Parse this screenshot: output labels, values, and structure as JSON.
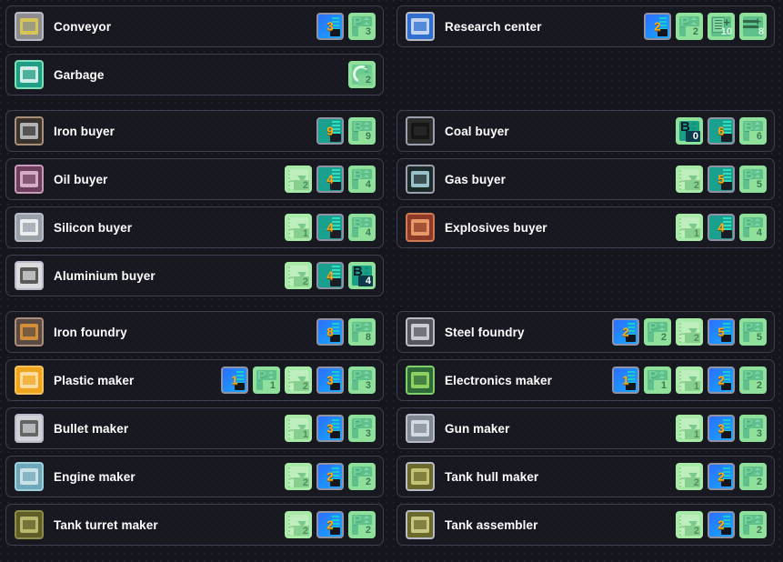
{
  "sections": [
    {
      "name": "logistics",
      "rows": [
        {
          "left": {
            "name": "conveyor",
            "label": "Conveyor",
            "icon": "conveyor-icon",
            "icon_colors": {
              "bg": "#8e8e8e",
              "fg": "#e8d44a",
              "frame": "#b9bcc6"
            },
            "badges": [
              {
                "type": "blue",
                "value": "3"
              },
              {
                "type": "green",
                "glyph": "P",
                "value": "3"
              }
            ]
          },
          "right": {
            "name": "research-center",
            "label": "Research center",
            "icon": "research-center-icon",
            "icon_colors": {
              "bg": "#2f6fd0",
              "fg": "#e9eef7",
              "frame": "#b9bcc6"
            },
            "badges": [
              {
                "type": "blue",
                "value": "2"
              },
              {
                "type": "green",
                "glyph": "P",
                "value": "2"
              },
              {
                "type": "doc",
                "value": "10"
              },
              {
                "type": "bars",
                "value": "8"
              }
            ]
          }
        },
        {
          "left": {
            "name": "garbage",
            "label": "Garbage",
            "icon": "garbage-recycle-icon",
            "icon_colors": {
              "bg": "#1f9e84",
              "fg": "#ffffff",
              "frame": "#7ee0b6"
            },
            "badges": [
              {
                "type": "recycle",
                "value": "2"
              }
            ]
          },
          "right": null
        }
      ]
    },
    {
      "name": "buyers",
      "rows": [
        {
          "left": {
            "name": "iron-buyer",
            "label": "Iron buyer",
            "icon": "iron-ore-icon",
            "icon_colors": {
              "bg": "#3a332f",
              "fg": "#cfd2d6",
              "frame": "#a98e7a"
            },
            "badges": [
              {
                "type": "teal",
                "value": "9"
              },
              {
                "type": "green",
                "glyph": "B",
                "value": "9"
              }
            ]
          },
          "right": {
            "name": "coal-buyer",
            "label": "Coal buyer",
            "icon": "coal-icon",
            "icon_colors": {
              "bg": "#2b2b2b",
              "fg": "#111111",
              "frame": "#9b9fae"
            },
            "badges": [
              {
                "type": "darkgreen",
                "glyph": "B",
                "value": "0"
              },
              {
                "type": "teal",
                "value": "6"
              },
              {
                "type": "green",
                "glyph": "B",
                "value": "6"
              }
            ]
          }
        },
        {
          "left": {
            "name": "oil-buyer",
            "label": "Oil buyer",
            "icon": "oil-barrel-icon",
            "icon_colors": {
              "bg": "#6e3f5c",
              "fg": "#f0c9e2",
              "frame": "#c69ab8"
            },
            "badges": [
              {
                "type": "flask",
                "value": "2"
              },
              {
                "type": "teal",
                "value": "4"
              },
              {
                "type": "green",
                "glyph": "B",
                "value": "4"
              }
            ]
          },
          "right": {
            "name": "gas-buyer",
            "label": "Gas buyer",
            "icon": "gas-flames-icon",
            "icon_colors": {
              "bg": "#1d2a2a",
              "fg": "#b8e7f2",
              "frame": "#9b9fae"
            },
            "badges": [
              {
                "type": "flask",
                "value": "2"
              },
              {
                "type": "teal",
                "value": "5"
              },
              {
                "type": "green",
                "glyph": "B",
                "value": "5"
              }
            ]
          }
        },
        {
          "left": {
            "name": "silicon-buyer",
            "label": "Silicon buyer",
            "icon": "silicon-crystal-icon",
            "icon_colors": {
              "bg": "#9aa0a8",
              "fg": "#ffffff",
              "frame": "#b9bcc6"
            },
            "badges": [
              {
                "type": "flask",
                "value": "1"
              },
              {
                "type": "teal",
                "value": "4"
              },
              {
                "type": "green",
                "glyph": "B",
                "value": "4"
              }
            ]
          },
          "right": {
            "name": "explosives-buyer",
            "label": "Explosives buyer",
            "icon": "explosives-icon",
            "icon_colors": {
              "bg": "#8d3b28",
              "fg": "#ffb27a",
              "frame": "#cf7a52"
            },
            "badges": [
              {
                "type": "flask",
                "value": "1"
              },
              {
                "type": "teal",
                "value": "4"
              },
              {
                "type": "green",
                "glyph": "B",
                "value": "4"
              }
            ]
          }
        },
        {
          "left": {
            "name": "aluminium-buyer",
            "label": "Aluminium buyer",
            "icon": "aluminium-ingots-icon",
            "icon_colors": {
              "bg": "#dcdcdc",
              "fg": "#3b3b3b",
              "frame": "#b9bcc6"
            },
            "badges": [
              {
                "type": "flask",
                "value": "2"
              },
              {
                "type": "teal",
                "value": "4"
              },
              {
                "type": "darkgreen",
                "glyph": "B",
                "value": "4"
              }
            ]
          },
          "right": null
        }
      ]
    },
    {
      "name": "production",
      "rows": [
        {
          "left": {
            "name": "iron-foundry",
            "label": "Iron foundry",
            "icon": "iron-foundry-icon",
            "icon_colors": {
              "bg": "#5b4a42",
              "fg": "#f0a03a",
              "frame": "#a98e7a"
            },
            "badges": [
              {
                "type": "blue",
                "value": "8"
              },
              {
                "type": "green",
                "glyph": "P",
                "value": "8"
              }
            ]
          },
          "right": {
            "name": "steel-foundry",
            "label": "Steel foundry",
            "icon": "steel-foundry-icon",
            "icon_colors": {
              "bg": "#54585e",
              "fg": "#e6eaf0",
              "frame": "#b9bcc6"
            },
            "badges": [
              {
                "type": "blue",
                "value": "2"
              },
              {
                "type": "green",
                "glyph": "P",
                "value": "2"
              },
              {
                "type": "flask",
                "value": "2"
              },
              {
                "type": "blue",
                "value": "5"
              },
              {
                "type": "green",
                "glyph": "P",
                "value": "5"
              }
            ]
          }
        },
        {
          "left": {
            "name": "plastic-maker",
            "label": "Plastic maker",
            "icon": "plastic-maker-icon",
            "icon_colors": {
              "bg": "#f0a51e",
              "fg": "#ffe9c0",
              "frame": "#f7c35c"
            },
            "badges": [
              {
                "type": "blue",
                "value": "1"
              },
              {
                "type": "green",
                "glyph": "P",
                "value": "1"
              },
              {
                "type": "flask",
                "value": "2"
              },
              {
                "type": "blue",
                "value": "3"
              },
              {
                "type": "green",
                "glyph": "P",
                "value": "3"
              }
            ]
          },
          "right": {
            "name": "electronics-maker",
            "label": "Electronics maker",
            "icon": "electronics-maker-icon",
            "icon_colors": {
              "bg": "#2f6b3a",
              "fg": "#a8e86a",
              "frame": "#7fd06a"
            },
            "badges": [
              {
                "type": "blue",
                "value": "1"
              },
              {
                "type": "green",
                "glyph": "P",
                "value": "1"
              },
              {
                "type": "flask",
                "value": "1"
              },
              {
                "type": "blue",
                "value": "2"
              },
              {
                "type": "green",
                "glyph": "P",
                "value": "2"
              }
            ]
          }
        },
        {
          "left": {
            "name": "bullet-maker",
            "label": "Bullet maker",
            "icon": "bullet-maker-icon",
            "icon_colors": {
              "bg": "#cfd2d6",
              "fg": "#4a4a4a",
              "frame": "#b9bcc6"
            },
            "badges": [
              {
                "type": "flask",
                "value": "1"
              },
              {
                "type": "blue",
                "value": "3"
              },
              {
                "type": "green",
                "glyph": "P",
                "value": "3"
              }
            ]
          },
          "right": {
            "name": "gun-maker",
            "label": "Gun maker",
            "icon": "gun-maker-icon",
            "icon_colors": {
              "bg": "#7f8893",
              "fg": "#e8edf3",
              "frame": "#b9bcc6"
            },
            "badges": [
              {
                "type": "flask",
                "value": "1"
              },
              {
                "type": "blue",
                "value": "3"
              },
              {
                "type": "green",
                "glyph": "P",
                "value": "3"
              }
            ]
          }
        },
        {
          "left": {
            "name": "engine-maker",
            "label": "Engine maker",
            "icon": "engine-maker-icon",
            "icon_colors": {
              "bg": "#6fa8b8",
              "fg": "#e4eef2",
              "frame": "#9fd0dc"
            },
            "badges": [
              {
                "type": "flask",
                "value": "2"
              },
              {
                "type": "blue",
                "value": "2"
              },
              {
                "type": "green",
                "glyph": "P",
                "value": "2"
              }
            ]
          },
          "right": {
            "name": "tank-hull-maker",
            "label": "Tank hull maker",
            "icon": "tank-hull-icon",
            "icon_colors": {
              "bg": "#6b6a2c",
              "fg": "#d9d98a",
              "frame": "#b9bcc6"
            },
            "badges": [
              {
                "type": "flask",
                "value": "2"
              },
              {
                "type": "blue",
                "value": "2"
              },
              {
                "type": "green",
                "glyph": "P",
                "value": "2"
              }
            ]
          }
        },
        {
          "left": {
            "name": "tank-turret-maker",
            "label": "Tank turret maker",
            "icon": "tank-turret-icon",
            "icon_colors": {
              "bg": "#5f5e28",
              "fg": "#cfcf7e",
              "frame": "#8d8c48"
            },
            "badges": [
              {
                "type": "flask",
                "value": "2"
              },
              {
                "type": "blue",
                "value": "2"
              },
              {
                "type": "green",
                "glyph": "P",
                "value": "2"
              }
            ]
          },
          "right": {
            "name": "tank-assembler",
            "label": "Tank assembler",
            "icon": "tank-assembler-icon",
            "icon_colors": {
              "bg": "#6b6a2c",
              "fg": "#e0e09a",
              "frame": "#b9bcc6"
            },
            "badges": [
              {
                "type": "flask",
                "value": "2"
              },
              {
                "type": "blue",
                "value": "2"
              },
              {
                "type": "green",
                "glyph": "P",
                "value": "2"
              }
            ]
          }
        }
      ]
    }
  ]
}
